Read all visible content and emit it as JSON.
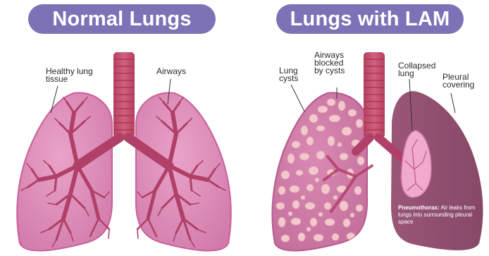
{
  "titles": {
    "normal": "Normal Lungs",
    "lam": "Lungs with LAM"
  },
  "labels": {
    "healthy_tissue": [
      "Healthy lung",
      "tissue"
    ],
    "airways": "Airways",
    "lung_cysts": [
      "Lung",
      "cysts"
    ],
    "airways_blocked": [
      "Airways",
      "blocked",
      "by cysts"
    ],
    "collapsed_lung": [
      "Collapsed",
      "lung"
    ],
    "pleural_covering": [
      "Pleural",
      "covering"
    ]
  },
  "pneumothorax": {
    "term": "Pneumothorax:",
    "text": " Air leaks from lungs into surrounding pleural space"
  },
  "colors": {
    "title_bg": "#7d72b6",
    "lung_pink": "#d984b1",
    "lung_outline": "#c8609a",
    "airway": "#b04068",
    "trachea": "#c24a6b",
    "cyst": "#f3c8cd",
    "pleural": "#8f4f70"
  }
}
